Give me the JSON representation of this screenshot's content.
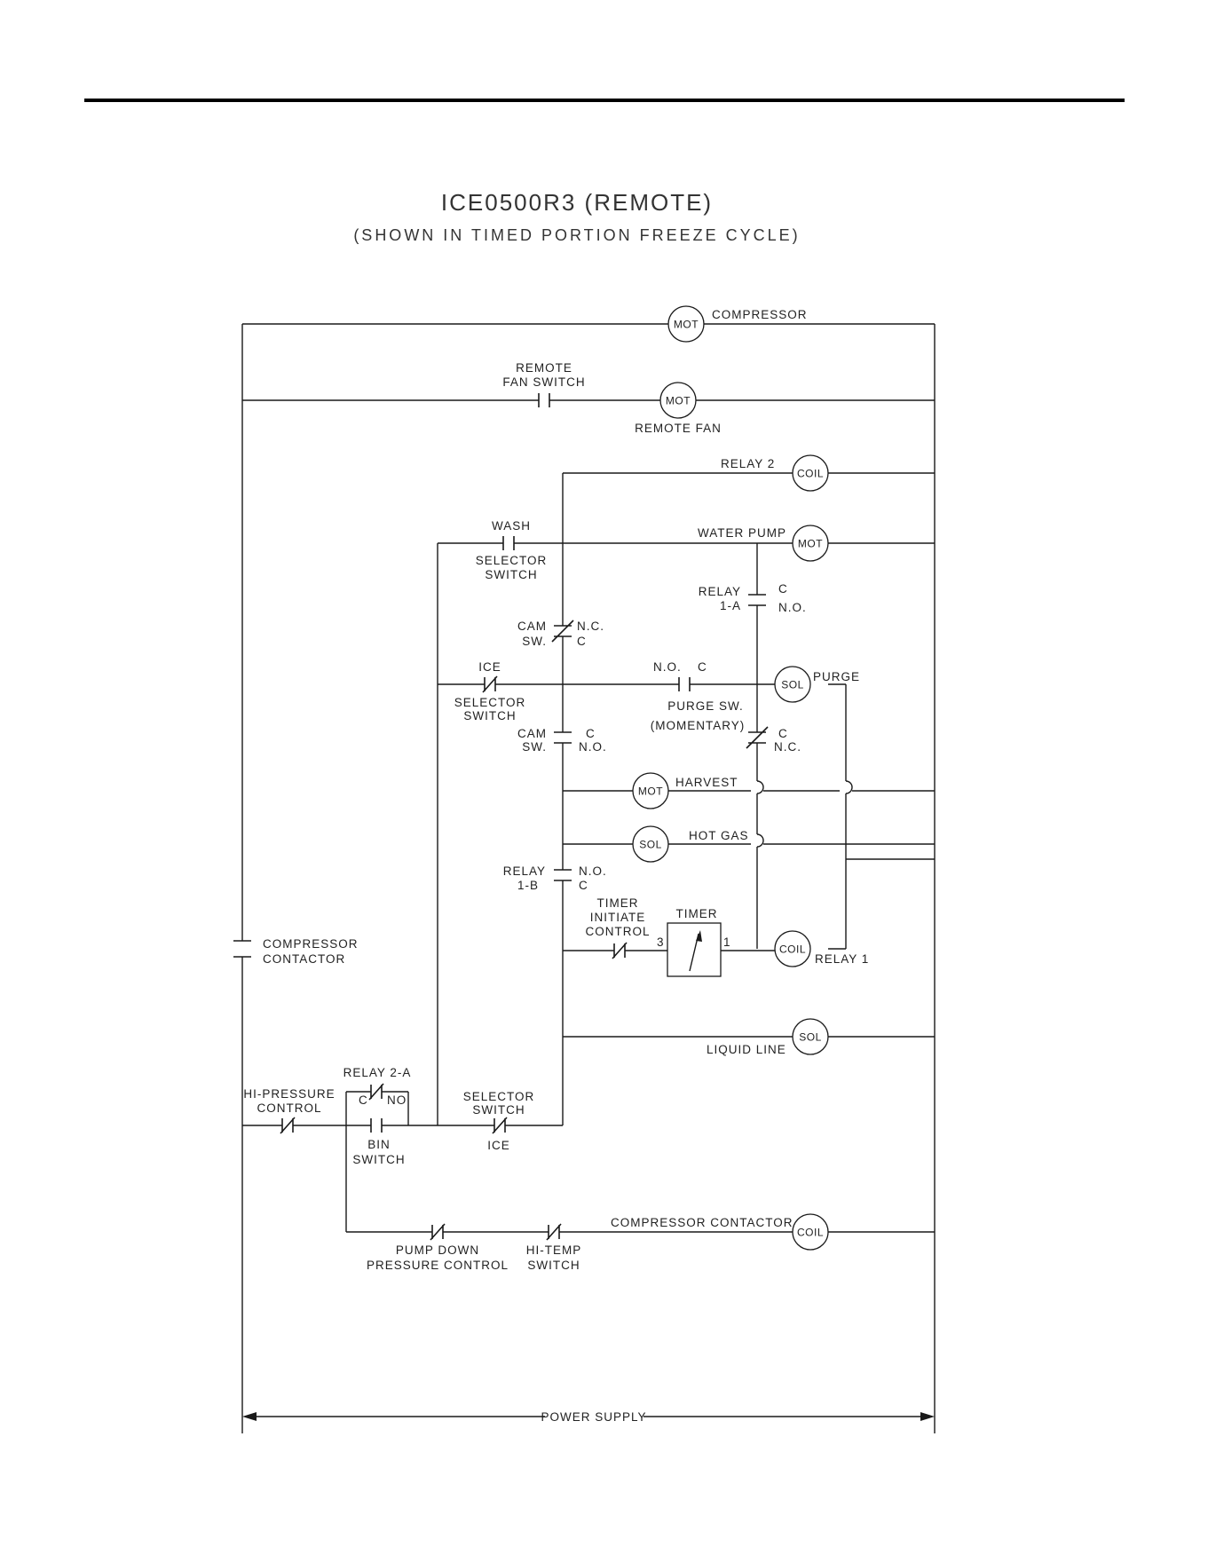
{
  "title": "ICE0500R3 (REMOTE)",
  "subtitle": "(SHOWN IN TIMED PORTION FREEZE CYCLE)",
  "symbols": {
    "mot": "MOT",
    "coil": "COIL",
    "sol": "SOL",
    "timer_label": "TIMER"
  },
  "labels": {
    "compressor": "COMPRESSOR",
    "remote_fan_switch_1": "REMOTE",
    "remote_fan_switch_2": "FAN SWITCH",
    "remote_fan": "REMOTE FAN",
    "relay2": "RELAY 2",
    "wash": "WASH",
    "selector1": "SELECTOR",
    "switch1": "SWITCH",
    "water_pump": "WATER PUMP",
    "relay1a_1": "RELAY",
    "relay1a_2": "1-A",
    "relay1a_c": "C",
    "relay1a_no": "N.O.",
    "cam1_1": "CAM",
    "cam1_2": "SW.",
    "cam1_nc": "N.C.",
    "cam1_c": "C",
    "ice": "ICE",
    "selector2": "SELECTOR",
    "switch2": "SWITCH",
    "purge_no": "N.O.",
    "purge_c": "C",
    "purge": "PURGE",
    "purge_sw": "PURGE SW.",
    "momentary": "(MOMENTARY)",
    "cam2_1": "CAM",
    "cam2_2": "SW.",
    "cam2_c": "C",
    "cam2_no": "N.O.",
    "purge_sw_c": "C",
    "purge_sw_nc": "N.C.",
    "harvest": "HARVEST",
    "hot_gas": "HOT GAS",
    "relay1b_1": "RELAY",
    "relay1b_2": "1-B",
    "relay1b_no": "N.O.",
    "relay1b_c": "C",
    "timer_initiate_1": "TIMER",
    "timer_initiate_2": "INITIATE",
    "timer_initiate_3": "CONTROL",
    "timer_pin3": "3",
    "timer_pin1": "1",
    "relay1": "RELAY 1",
    "compressor_contactor_1": "COMPRESSOR",
    "compressor_contactor_2": "CONTACTOR",
    "liquid_line": "LIQUID LINE",
    "relay2a": "RELAY 2-A",
    "relay2a_c": "C",
    "relay2a_no": "NO",
    "hi_pressure_1": "HI-PRESSURE",
    "hi_pressure_2": "CONTROL",
    "selector3": "SELECTOR",
    "switch3": "SWITCH",
    "ice2": "ICE",
    "bin_1": "BIN",
    "bin_2": "SWITCH",
    "compressor_contactor_coil": "COMPRESSOR CONTACTOR",
    "pump_down_1": "PUMP DOWN",
    "pump_down_2": "PRESSURE CONTROL",
    "hi_temp_1": "HI-TEMP",
    "hi_temp_2": "SWITCH",
    "power_supply": "POWER SUPPLY"
  }
}
